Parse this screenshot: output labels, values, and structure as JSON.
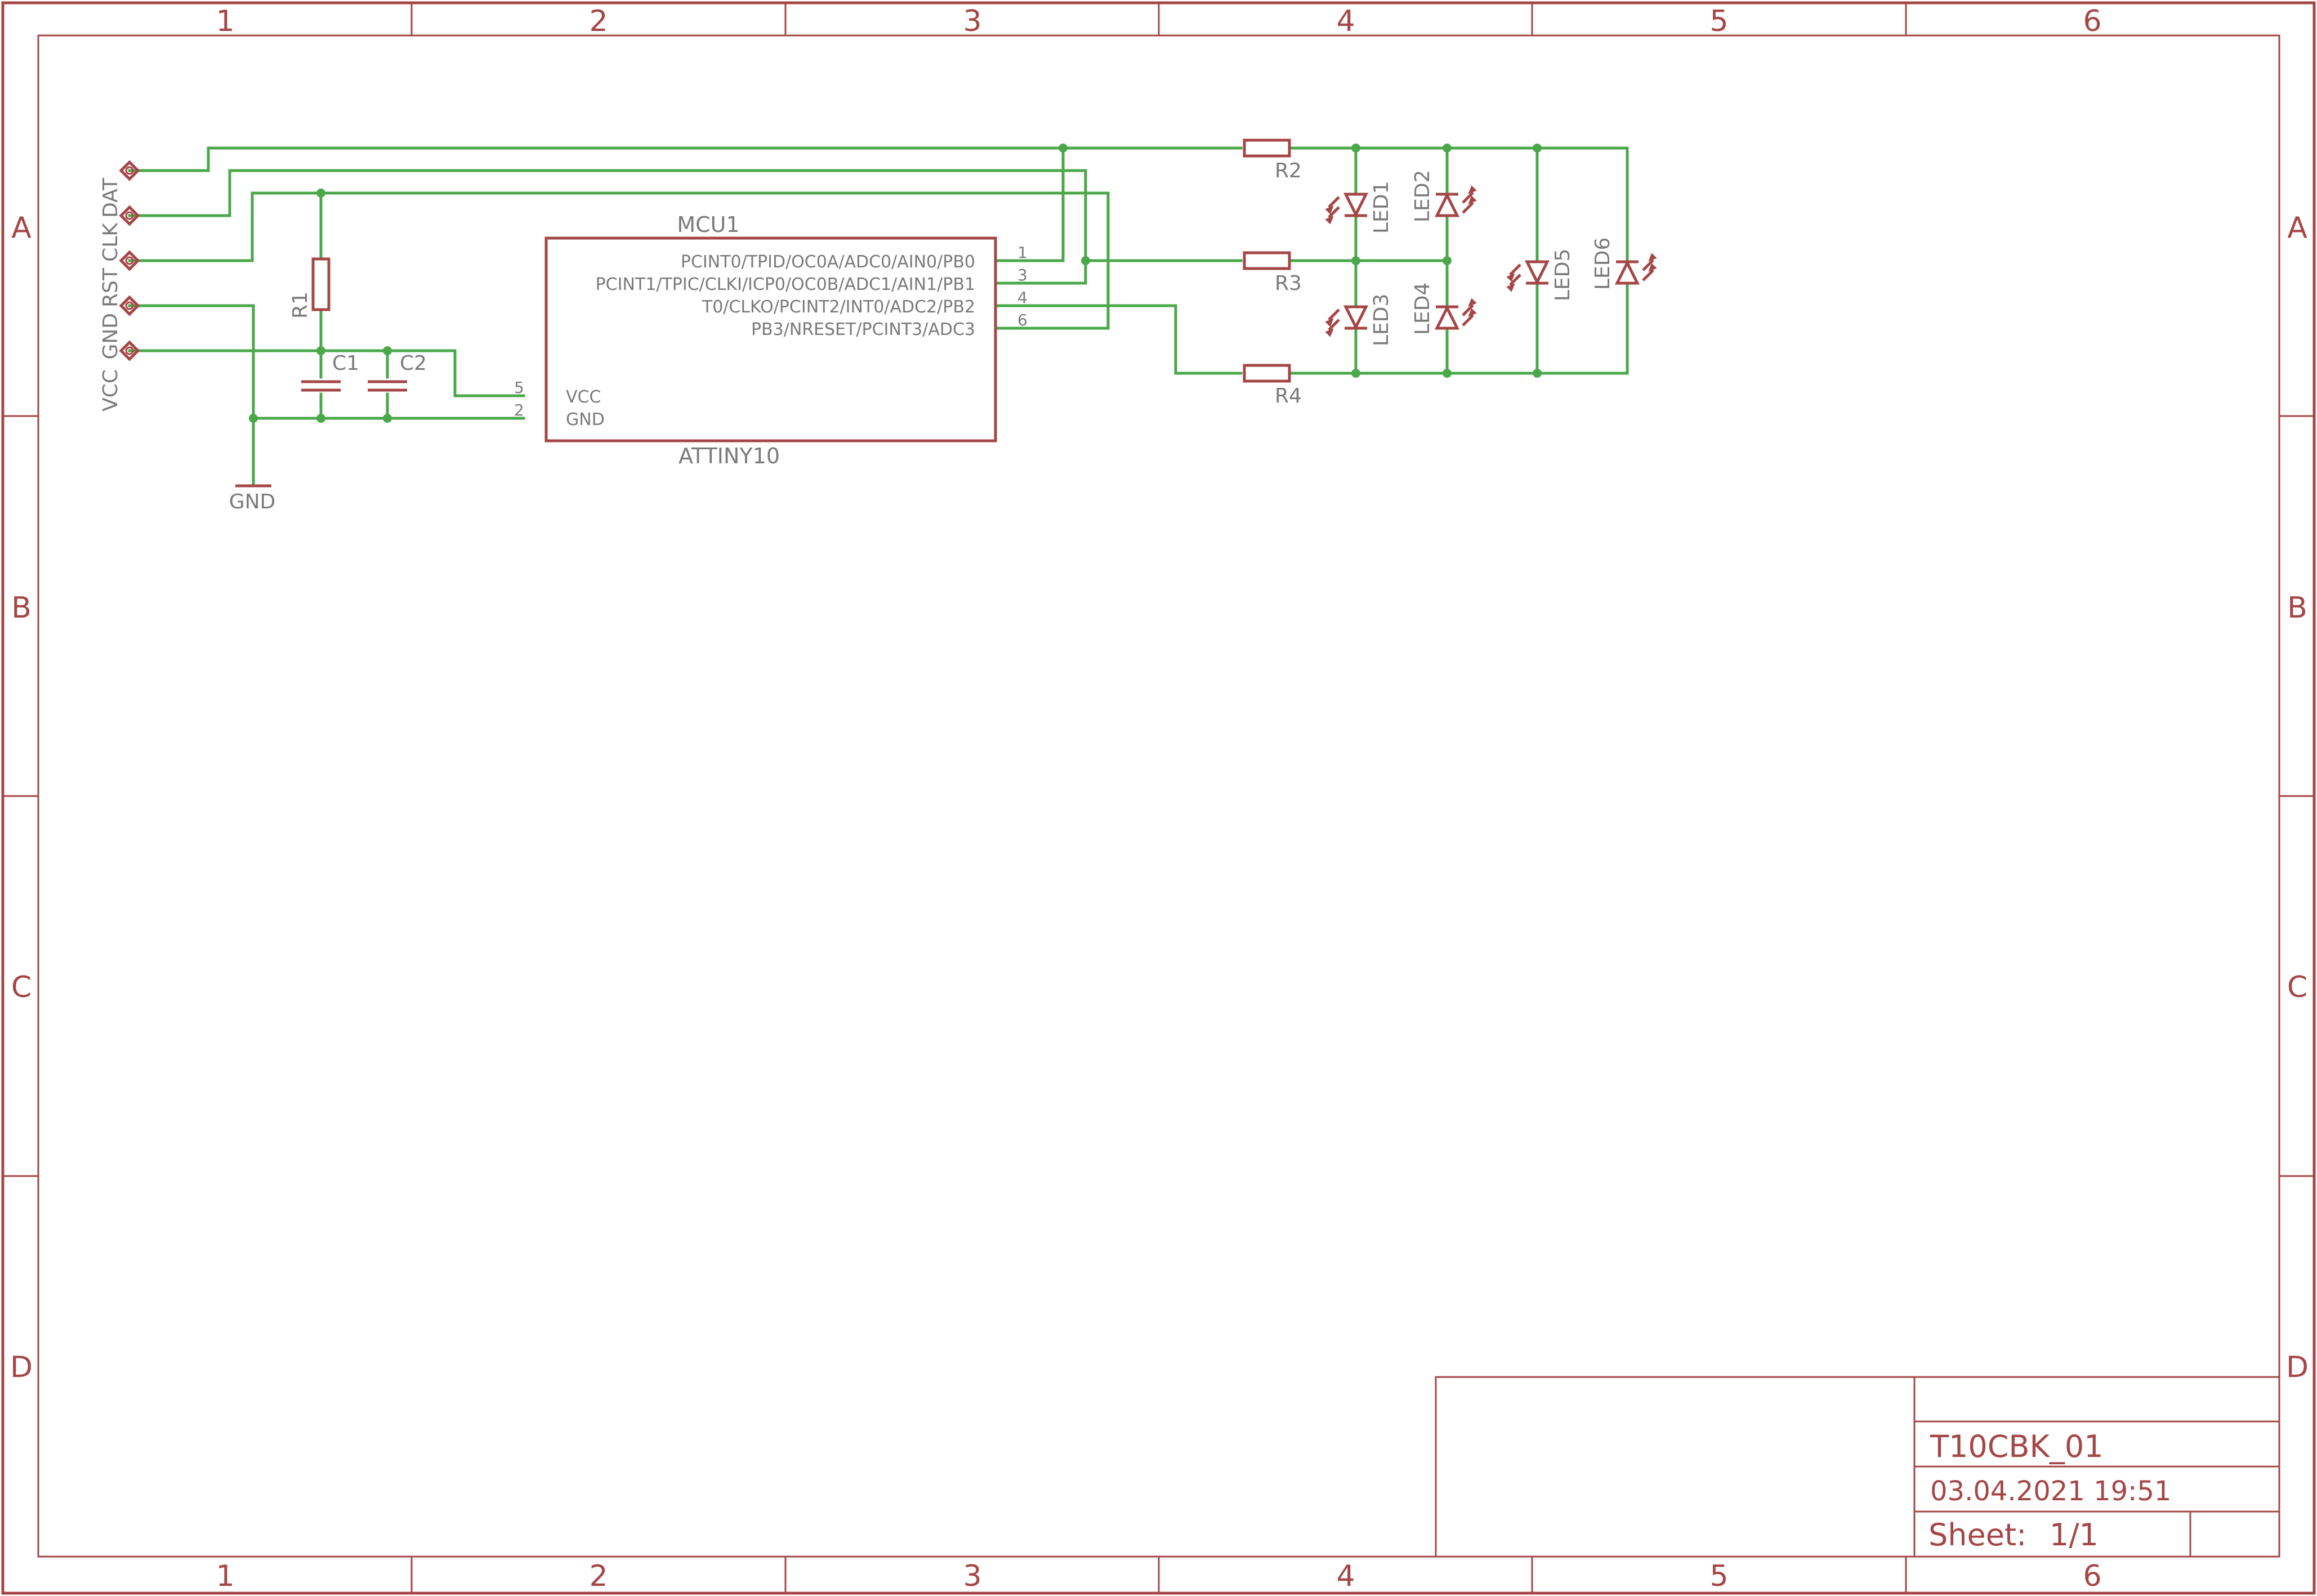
{
  "frame": {
    "columns": [
      "1",
      "2",
      "3",
      "4",
      "5",
      "6"
    ],
    "rows": [
      "A",
      "B",
      "C",
      "D"
    ]
  },
  "title_block": {
    "title": "T10CBK_01",
    "date": "03.04.2021 19:51",
    "sheet_label": "Sheet:",
    "sheet_value": "1/1"
  },
  "connector": {
    "pins": [
      "DAT",
      "CLK",
      "RST",
      "GND",
      "VCC"
    ]
  },
  "mcu": {
    "name": "MCU1",
    "value": "ATTINY10",
    "right_pins": [
      {
        "number": "1",
        "name": "PCINT0/TPID/OC0A/ADC0/AIN0/PB0"
      },
      {
        "number": "3",
        "name": "PCINT1/TPIC/CLKI/ICP0/OC0B/ADC1/AIN1/PB1"
      },
      {
        "number": "4",
        "name": "T0/CLKO/PCINT2/INT0/ADC2/PB2"
      },
      {
        "number": "6",
        "name": "PB3/NRESET/PCINT3/ADC3"
      }
    ],
    "left_pins": [
      {
        "number": "5",
        "name": "VCC"
      },
      {
        "number": "2",
        "name": "GND"
      }
    ]
  },
  "components": {
    "r1": "R1",
    "r2": "R2",
    "r3": "R3",
    "r4": "R4",
    "c1": "C1",
    "c2": "C2",
    "led1": "LED1",
    "led2": "LED2",
    "led3": "LED3",
    "led4": "LED4",
    "led5": "LED5",
    "led6": "LED6",
    "gnd": "GND"
  },
  "colors": {
    "frame": "#a54646",
    "wire": "#4aa84a",
    "pin_text": "#7a7a7a"
  }
}
